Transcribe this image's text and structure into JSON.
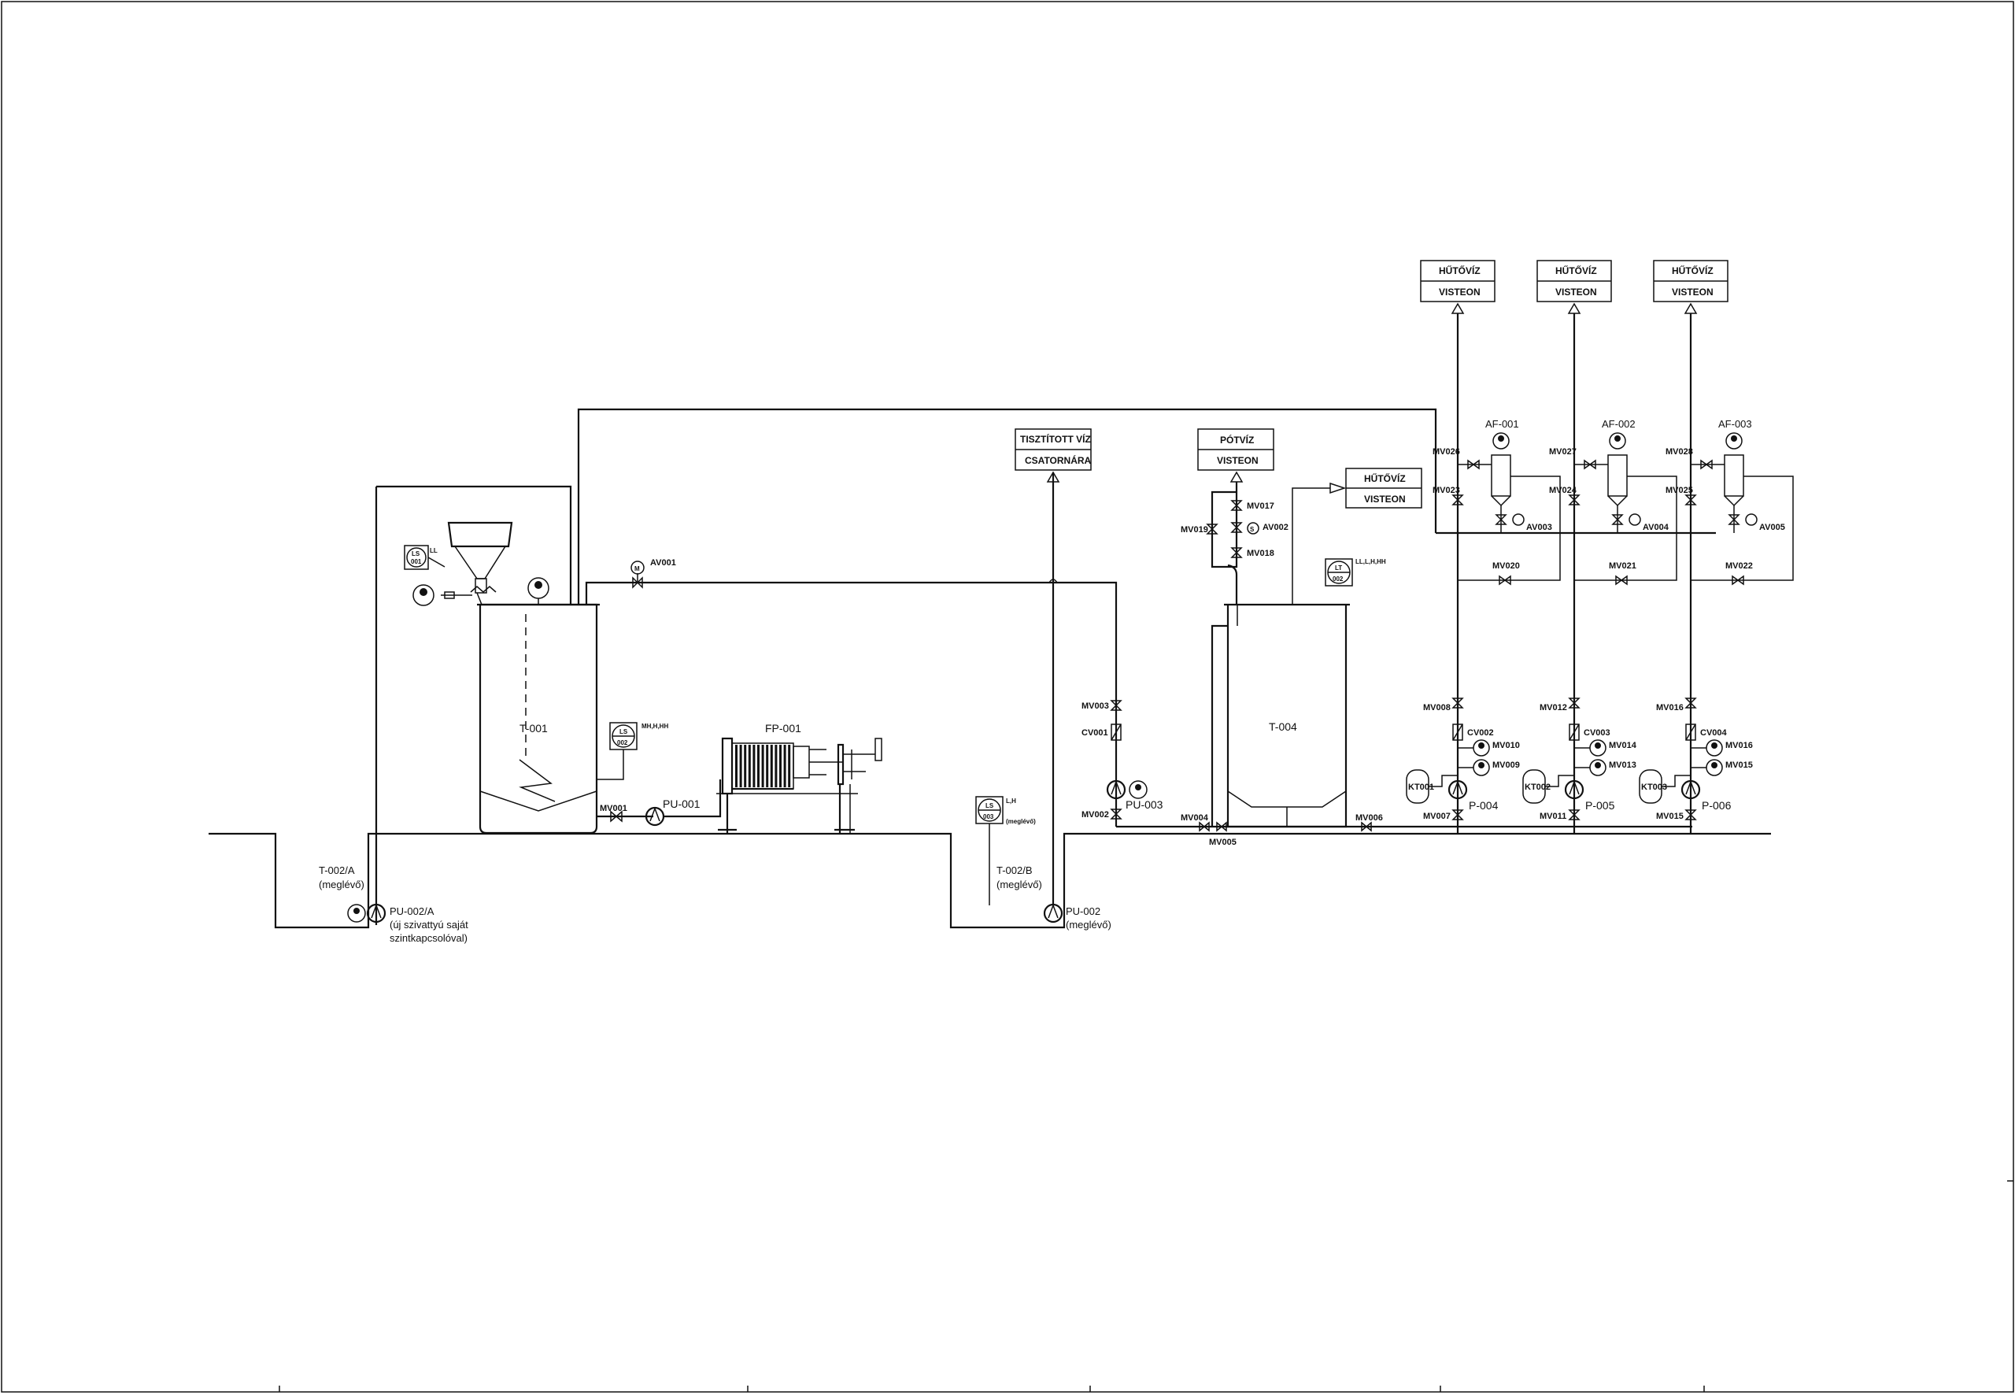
{
  "diagram": {
    "tanks": {
      "t001": "T-001",
      "t004": "T-004",
      "t002a": "T-002/A",
      "t002a_note": "(meglévő)",
      "t002b": "T-002/B",
      "t002b_note": "(meglévő)"
    },
    "equipment": {
      "fp001": "FP-001",
      "pu001": "PU-001",
      "pu002": "PU-002",
      "pu002_note": "(meglévő)",
      "pu002a": "PU-002/A",
      "pu002a_note1": "(új szivattyú saját",
      "pu002a_note2": "szintkapcsolóval)",
      "pu003": "PU-003",
      "p004": "P-004",
      "p005": "P-005",
      "p006": "P-006",
      "af001": "AF-001",
      "af002": "AF-002",
      "af003": "AF-003",
      "kt001": "KT001",
      "kt002": "KT002",
      "kt003": "KT003"
    },
    "boxes": {
      "tisztitott_1": "TISZTÍTOTT  VÍZ",
      "tisztitott_2": "CSATORNÁRA",
      "potviz_1": "PÓTVÍZ",
      "potviz_2": "VISTEON",
      "hutoviz_main_1": "HŰTŐVÍZ",
      "hutoviz_main_2": "VISTEON",
      "hutoviz_1a": "HŰTŐVÍZ",
      "hutoviz_1b": "VISTEON",
      "hutoviz_2a": "HŰTŐVÍZ",
      "hutoviz_2b": "VISTEON",
      "hutoviz_3a": "HŰTŐVÍZ",
      "hutoviz_3b": "VISTEON"
    },
    "instruments": {
      "ls002_1": "LS",
      "ls002_2": "002",
      "ls002_tag": "MH,H,HH",
      "ls003_1": "LS",
      "ls003_2": "003",
      "ls003_tag": "L,H",
      "ls003_note": "(meglévő)",
      "lt002_1": "LT",
      "lt002_2": "002",
      "lt002_tag": "LL,L,H,HH",
      "ls001_1": "LS",
      "ls001_2": "001",
      "ls001_tag": "LL"
    },
    "valves": {
      "av001": "AV001",
      "av002": "AV002",
      "av003": "AV003",
      "av004": "AV004",
      "av005": "AV005",
      "cv001": "CV001",
      "cv002": "CV002",
      "cv003": "CV003",
      "cv004": "CV004",
      "mv001": "MV001",
      "mv002": "MV002",
      "mv003": "MV003",
      "mv004": "MV004",
      "mv005": "MV005",
      "mv006": "MV006",
      "mv007": "MV007",
      "mv008": "MV008",
      "mv009": "MV009",
      "mv010": "MV010",
      "mv011": "MV011",
      "mv012": "MV012",
      "mv013": "MV013",
      "mv014": "MV014",
      "mv015": "MV015",
      "mv016": "MV016",
      "mv017": "MV017",
      "mv018": "MV018",
      "mv019": "MV019",
      "mv020": "MV020",
      "mv021": "MV021",
      "mv022": "MV022",
      "mv023": "MV023",
      "mv024": "MV024",
      "mv025": "MV025",
      "mv026": "MV026",
      "mv027": "MV027",
      "mv028": "MV028"
    }
  }
}
